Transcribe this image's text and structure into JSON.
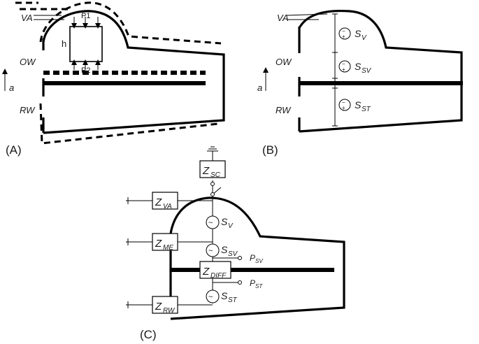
{
  "panels": [
    {
      "label": "(A)",
      "side_labels": {
        "va": "VA",
        "ow": "OW",
        "rw": "RW",
        "axis": "a"
      },
      "box_labels": {
        "height": "h",
        "top_pressure": "P1",
        "bottom_pressure": "P2"
      }
    },
    {
      "label": "(B)",
      "side_labels": {
        "va": "VA",
        "ow": "OW",
        "rw": "RW",
        "axis": "a"
      },
      "sources": [
        {
          "main": "S",
          "sub": "V"
        },
        {
          "main": "S",
          "sub": "SV"
        },
        {
          "main": "S",
          "sub": "ST"
        }
      ]
    },
    {
      "label": "(C)",
      "impedances": [
        {
          "main": "Z",
          "sub": "SC"
        },
        {
          "main": "Z",
          "sub": "VA"
        },
        {
          "main": "Z",
          "sub": "ME"
        },
        {
          "main": "Z",
          "sub": "DIFF"
        },
        {
          "main": "Z",
          "sub": "RW"
        }
      ],
      "sources": [
        {
          "main": "S",
          "sub": "V"
        },
        {
          "main": "S",
          "sub": "SV"
        },
        {
          "main": "S",
          "sub": "ST"
        }
      ],
      "pressures": [
        {
          "main": "P",
          "sub": "SV"
        },
        {
          "main": "P",
          "sub": "ST"
        }
      ]
    }
  ]
}
